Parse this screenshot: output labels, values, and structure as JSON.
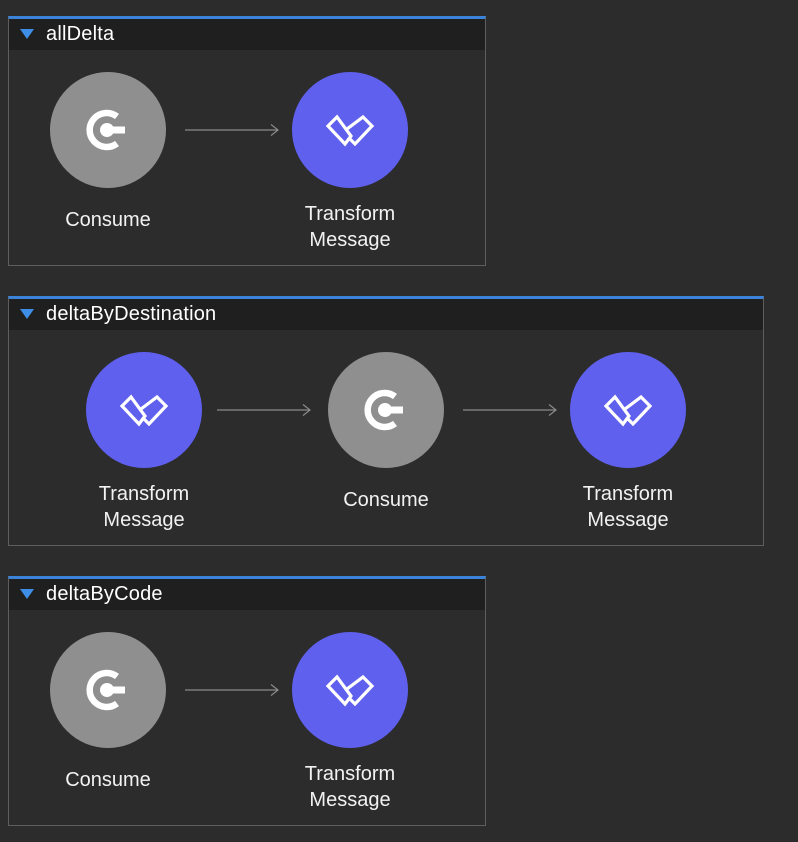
{
  "colors": {
    "background": "#2c2c2c",
    "header_background": "#1f1f1f",
    "accent_border": "#3b83d9",
    "collapse_triangle": "#3e8ee8",
    "consume_node": "#8f8f8f",
    "transform_node": "#5f60ee",
    "arrow": "#8a8a8a",
    "text": "#f2f2f2"
  },
  "flows": [
    {
      "title": "allDelta",
      "nodes": [
        {
          "type": "consume",
          "icon": "consume-icon",
          "label": "Consume"
        },
        {
          "type": "transform",
          "icon": "transform-message-icon",
          "label": "Transform\nMessage"
        }
      ]
    },
    {
      "title": "deltaByDestination",
      "nodes": [
        {
          "type": "transform",
          "icon": "transform-message-icon",
          "label": "Transform\nMessage"
        },
        {
          "type": "consume",
          "icon": "consume-icon",
          "label": "Consume"
        },
        {
          "type": "transform",
          "icon": "transform-message-icon",
          "label": "Transform\nMessage"
        }
      ]
    },
    {
      "title": "deltaByCode",
      "nodes": [
        {
          "type": "consume",
          "icon": "consume-icon",
          "label": "Consume"
        },
        {
          "type": "transform",
          "icon": "transform-message-icon",
          "label": "Transform\nMessage"
        }
      ]
    }
  ]
}
